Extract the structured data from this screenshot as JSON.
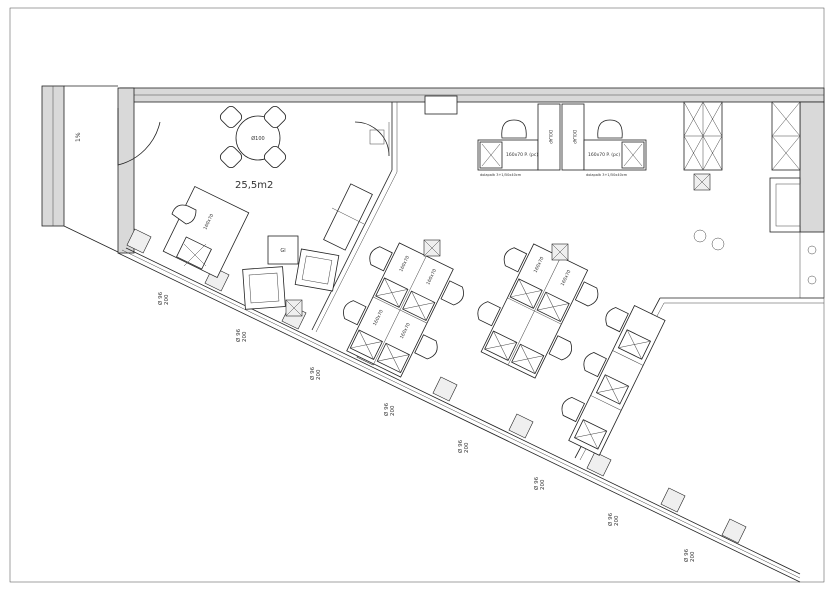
{
  "labels": {
    "room_area": "25,5m2",
    "slope": "1%",
    "round_table": "Ø100",
    "desk_size": "160x70",
    "desk_size_pc": "160x70 P. (pc)",
    "desk_note": "dolapaltı 3+1/50x40cm",
    "cabinet": "DOLAP",
    "window_tag_1": "Ø 96\n200",
    "window_tag_2": "Ø 96\n200",
    "window_tag_3": "Ø 96\n200",
    "window_tag_4": "Ø 96\n200",
    "window_tag_5": "Ø 96\n200",
    "window_tag_6": "Ø 96\n200",
    "window_tag_7": "Ø 96\n200",
    "window_tag_8": "Ø 96\n200"
  },
  "colors": {
    "line": "#222222",
    "wall_fill": "#d9d9d9",
    "background": "#ffffff"
  }
}
